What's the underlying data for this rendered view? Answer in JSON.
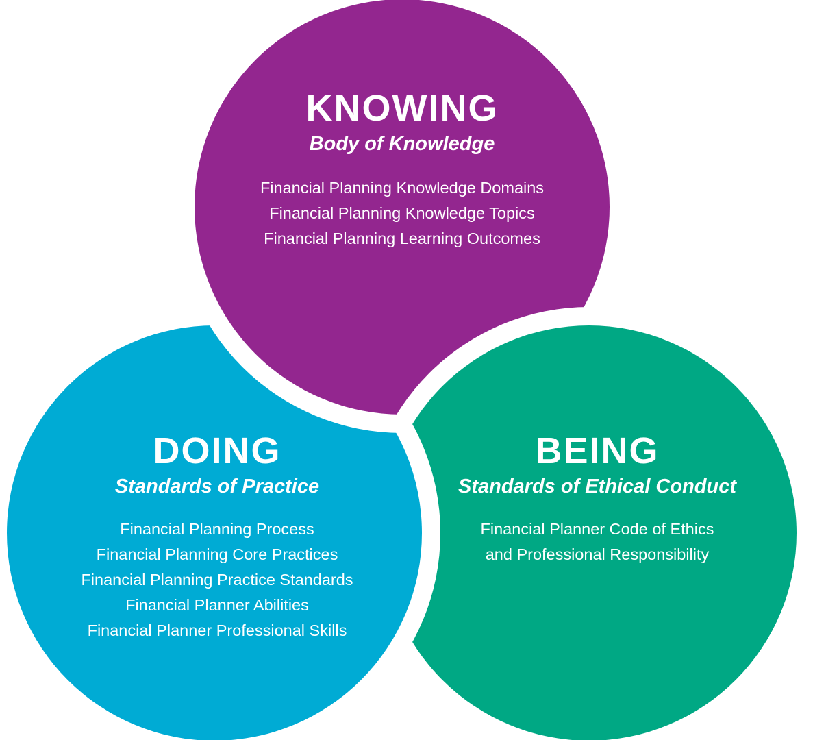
{
  "colors": {
    "knowing": "#93268f",
    "doing": "#00abd4",
    "being": "#00a884"
  },
  "knowing": {
    "title": "KNOWING",
    "subtitle": "Body of Knowledge",
    "items": [
      "Financial Planning Knowledge Domains",
      "Financial Planning Knowledge Topics",
      "Financial Planning Learning Outcomes"
    ]
  },
  "doing": {
    "title": "DOING",
    "subtitle": "Standards of Practice",
    "items": [
      "Financial Planning Process",
      "Financial Planning Core Practices",
      "Financial Planning Practice Standards",
      "Financial Planner Abilities",
      "Financial Planner Professional Skills"
    ]
  },
  "being": {
    "title": "BEING",
    "subtitle": "Standards of Ethical Conduct",
    "items": [
      "Financial Planner Code of Ethics",
      "and Professional Responsibility"
    ]
  }
}
